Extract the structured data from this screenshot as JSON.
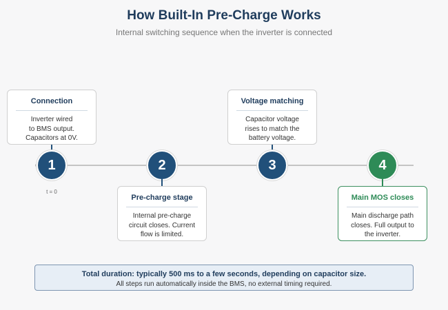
{
  "header": {
    "title": "How Built-In Pre-Charge Works",
    "subtitle": "Internal switching sequence when the inverter is connected"
  },
  "steps": [
    {
      "number": "1",
      "title": "Connection",
      "body": "Inverter wired\nto BMS output.\nCapacitors at 0V.",
      "note": "t = 0",
      "color": "#21507a"
    },
    {
      "number": "2",
      "title": "Pre-charge stage",
      "body": "Internal pre-charge\ncircuit closes. Current\nflow is limited.",
      "color": "#21507a"
    },
    {
      "number": "3",
      "title": "Voltage matching",
      "body": "Capacitor voltage\nrises to match the\nbattery voltage.",
      "color": "#21507a"
    },
    {
      "number": "4",
      "title": "Main MOS closes",
      "body": "Main discharge path\ncloses. Full output to\nthe inverter.",
      "color": "#2e8b57"
    }
  ],
  "footer": {
    "main": "Total duration: typically 500 ms to a few seconds, depending on capacitor size.",
    "sub": "All steps run automatically inside the BMS, no external timing required."
  }
}
